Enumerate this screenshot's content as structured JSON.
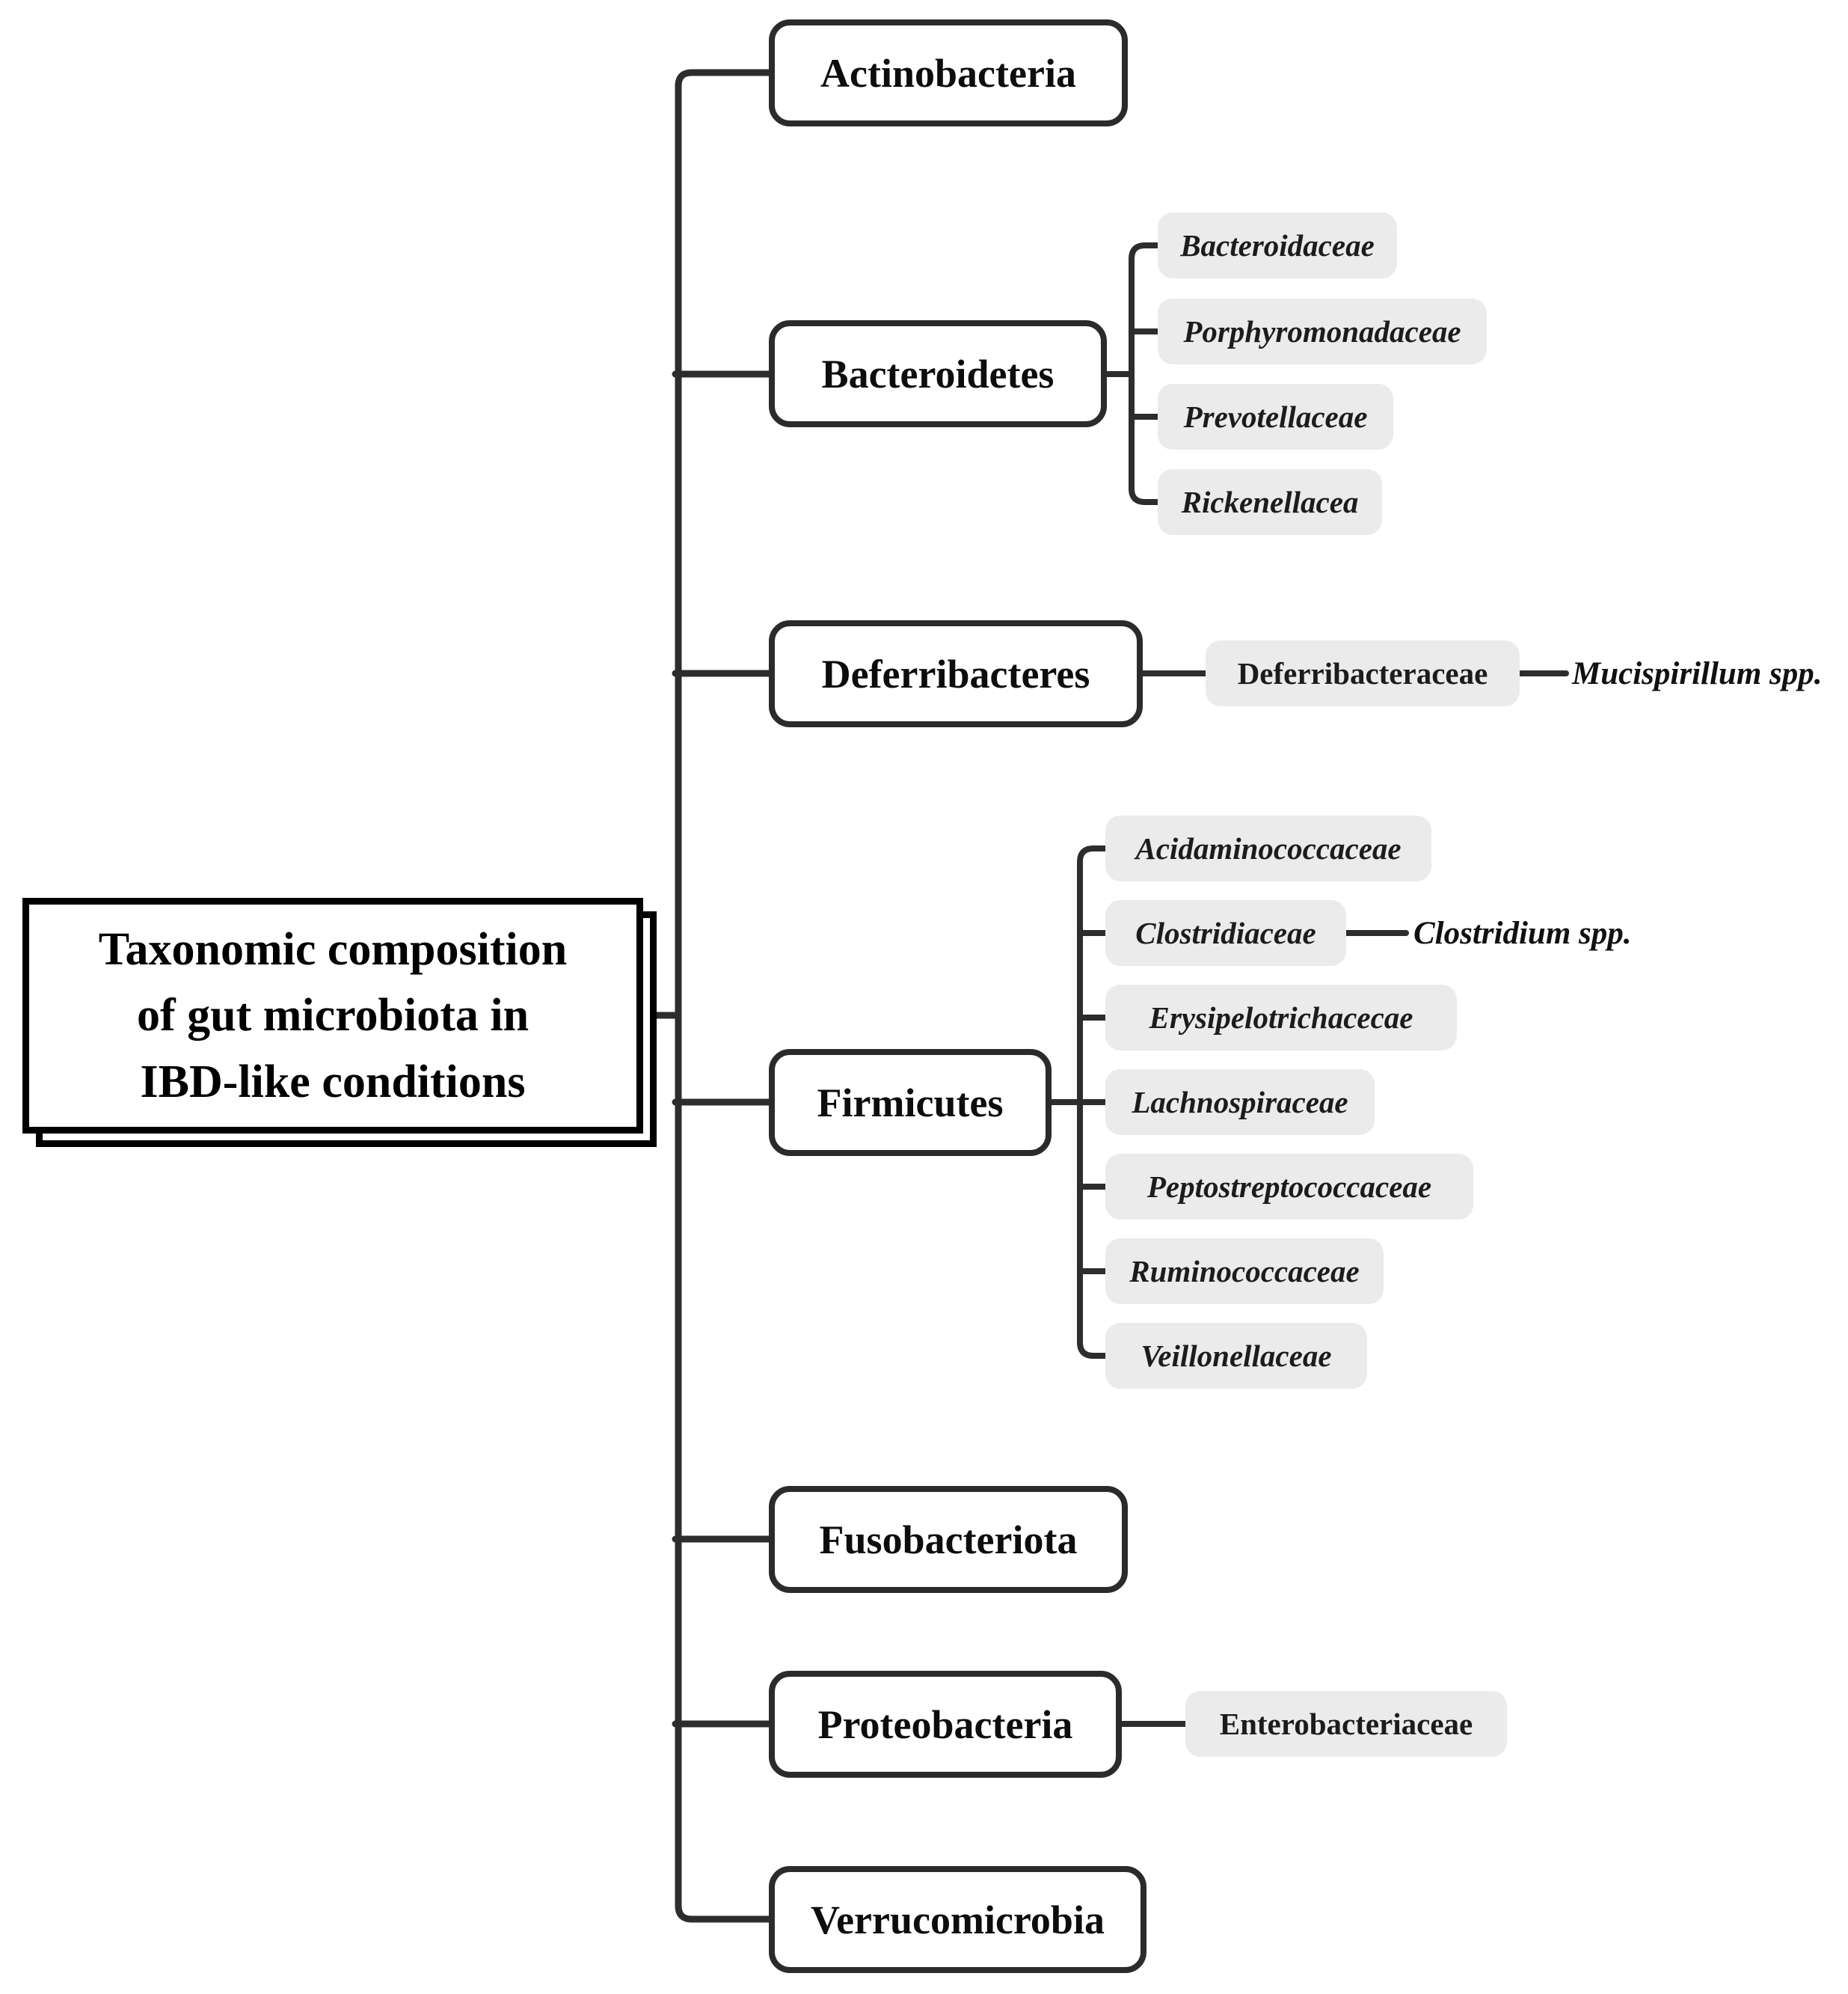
{
  "figure": {
    "root": {
      "title": "Taxonomic composition of gut microbiota in IBD-like conditions",
      "title_lines": [
        "Taxonomic composition",
        "of gut microbiota in",
        "IBD-like conditions"
      ]
    },
    "phyla": [
      {
        "label": "Actinobacteria",
        "families": []
      },
      {
        "label": "Bacteroidetes",
        "families": [
          {
            "label": "Bacteroidaceae",
            "italic": true
          },
          {
            "label": "Porphyromonadaceae",
            "italic": true
          },
          {
            "label": "Prevotellaceae",
            "italic": true
          },
          {
            "label": "Rickenellacea",
            "italic": true
          }
        ]
      },
      {
        "label": "Deferribacteres",
        "families": [
          {
            "label": "Deferribacteraceae",
            "italic": false,
            "genus": "Mucispirillum spp."
          }
        ]
      },
      {
        "label": "Firmicutes",
        "families": [
          {
            "label": "Acidaminococcaceae",
            "italic": true
          },
          {
            "label": "Clostridiaceae",
            "italic": true,
            "genus": "Clostridium spp."
          },
          {
            "label": "Erysipelotrichacecae",
            "italic": true
          },
          {
            "label": "Lachnospiraceae",
            "italic": true
          },
          {
            "label": "Peptostreptococcaceae",
            "italic": true
          },
          {
            "label": "Ruminococcaceae",
            "italic": true
          },
          {
            "label": "Veillonellaceae",
            "italic": true
          }
        ]
      },
      {
        "label": "Fusobacteriota",
        "families": []
      },
      {
        "label": "Proteobacteria",
        "families": [
          {
            "label": "Enterobacteriaceae",
            "italic": false
          }
        ]
      },
      {
        "label": "Verrucomicrobia",
        "families": []
      }
    ],
    "colors": {
      "connector": "#2d2d2d",
      "phylum_border": "#2b2b2b",
      "family_background": "#ebebeb",
      "root_border": "#000000",
      "text": "#0d0d0d",
      "background": "#ffffff"
    }
  }
}
